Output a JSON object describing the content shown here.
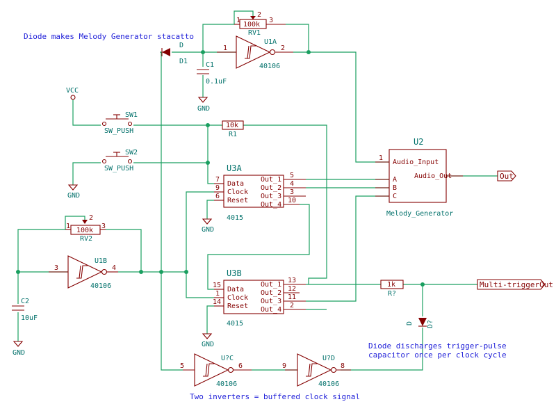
{
  "components": {
    "rv1": {
      "ref": "RV1",
      "value": "100k",
      "pins": [
        "1",
        "2",
        "3"
      ]
    },
    "rv2": {
      "ref": "RV2",
      "value": "100k",
      "pins": [
        "1",
        "2",
        "3"
      ]
    },
    "u1a": {
      "ref": "U1A",
      "value": "40106",
      "pin_in": "1",
      "pin_out": "2"
    },
    "u1b": {
      "ref": "U1B",
      "value": "40106",
      "pin_in": "3",
      "pin_out": "4"
    },
    "u2c": {
      "ref": "U?C",
      "value": "40106",
      "pin_in": "5",
      "pin_out": "6"
    },
    "u2d": {
      "ref": "U?D",
      "value": "40106",
      "pin_in": "9",
      "pin_out": "8"
    },
    "d1": {
      "ref": "D1",
      "value": "D"
    },
    "dq": {
      "ref": "D?",
      "value": "D"
    },
    "c1": {
      "ref": "C1",
      "value": "0.1uF"
    },
    "c2": {
      "ref": "C2",
      "value": "10uF"
    },
    "r1": {
      "ref": "R1",
      "value": "10k"
    },
    "rq": {
      "ref": "R?",
      "value": "1k"
    },
    "sw1": {
      "ref": "SW1",
      "value": "SW_PUSH"
    },
    "sw2": {
      "ref": "SW2",
      "value": "SW_PUSH"
    },
    "vcc": {
      "label": "VCC"
    },
    "gnd_label": "GND",
    "u3a": {
      "ref": "U3A",
      "value": "4015",
      "in_pins": [
        {
          "num": "7",
          "name": "Data"
        },
        {
          "num": "9",
          "name": "Clock"
        },
        {
          "num": "6",
          "name": "Reset"
        }
      ],
      "out_pins": [
        {
          "num": "5",
          "name": "Out_1"
        },
        {
          "num": "4",
          "name": "Out_2"
        },
        {
          "num": "3",
          "name": "Out_3"
        },
        {
          "num": "10",
          "name": "Out_4"
        }
      ]
    },
    "u3b": {
      "ref": "U3B",
      "value": "4015",
      "in_pins": [
        {
          "num": "15",
          "name": "Data"
        },
        {
          "num": "1",
          "name": "Clock"
        },
        {
          "num": "14",
          "name": "Reset"
        }
      ],
      "out_pins": [
        {
          "num": "13",
          "name": "Out_1"
        },
        {
          "num": "12",
          "name": "Out_2"
        },
        {
          "num": "11",
          "name": "Out_3"
        },
        {
          "num": "2",
          "name": "Out_4"
        }
      ]
    },
    "u2": {
      "ref": "U2",
      "value": "Melody_Generator",
      "pins": [
        {
          "num": "1",
          "name": "Audio_Input"
        },
        {
          "name": "A"
        },
        {
          "name": "B"
        },
        {
          "name": "C"
        },
        {
          "name": "Audio_Out"
        }
      ]
    }
  },
  "labels": {
    "out": "Out",
    "multi_trigger": "Multi-triggerOut"
  },
  "notes": {
    "diode_stacatto": "Diode makes Melody Generator stacatto",
    "diode_discharge_1": "Diode discharges trigger-pulse",
    "diode_discharge_2": "capacitor once per clock cycle",
    "inverters": "Two inverters = buffered clock signal"
  },
  "colors": {
    "wire": "#1a9f60",
    "component": "#840000",
    "reference": "#00706a",
    "note": "#1d1dd8"
  }
}
